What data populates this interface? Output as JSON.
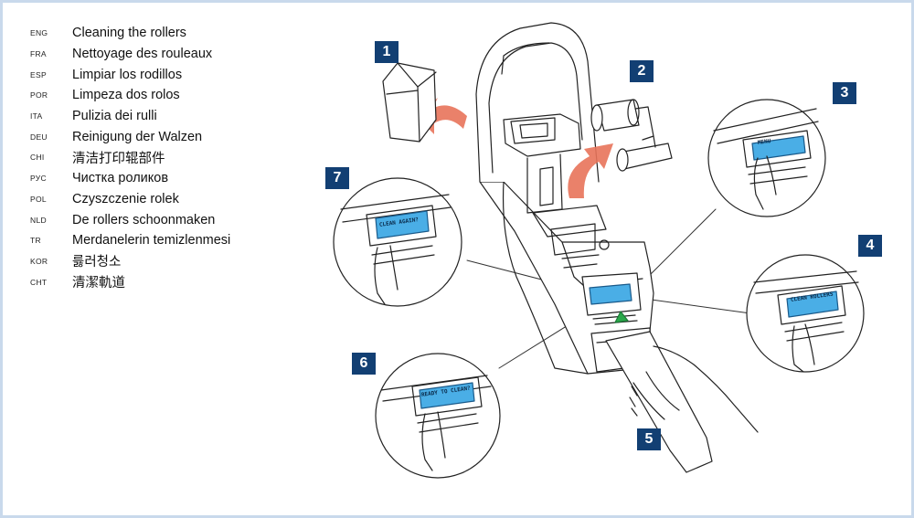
{
  "languages": [
    {
      "code": "ENG",
      "title": "Cleaning the rollers"
    },
    {
      "code": "FRA",
      "title": "Nettoyage des rouleaux"
    },
    {
      "code": "ESP",
      "title": "Limpiar los rodillos"
    },
    {
      "code": "POR",
      "title": "Limpeza dos rolos"
    },
    {
      "code": "ITA",
      "title": "Pulizia dei rulli"
    },
    {
      "code": "DEU",
      "title": "Reinigung der Walzen"
    },
    {
      "code": "CHI",
      "title": "清洁打印辊部件"
    },
    {
      "code": "РУС",
      "title": "Чистка роликов"
    },
    {
      "code": "POL",
      "title": "Czyszczenie rolek"
    },
    {
      "code": "NLD",
      "title": "De rollers schoonmaken"
    },
    {
      "code": "TR",
      "title": "Merdanelerin temizlenmesi"
    },
    {
      "code": "KOR",
      "title": "릃러청소"
    },
    {
      "code": "CHT",
      "title": "清潔軌道"
    }
  ],
  "steps": [
    "1",
    "2",
    "3",
    "4",
    "5",
    "6",
    "7"
  ],
  "lcd": {
    "step3": "MENU",
    "step4": "CLEAN ROLLERS",
    "step6": "READY TO CLEAN?",
    "step7": "CLEAN AGAIN?"
  },
  "colors": {
    "step_badge": "#123f73",
    "lcd_screen": "#4aaee6",
    "arrow": "#e8735a",
    "card_arrow": "#2aa84a",
    "page_border": "#c9d9ec"
  }
}
